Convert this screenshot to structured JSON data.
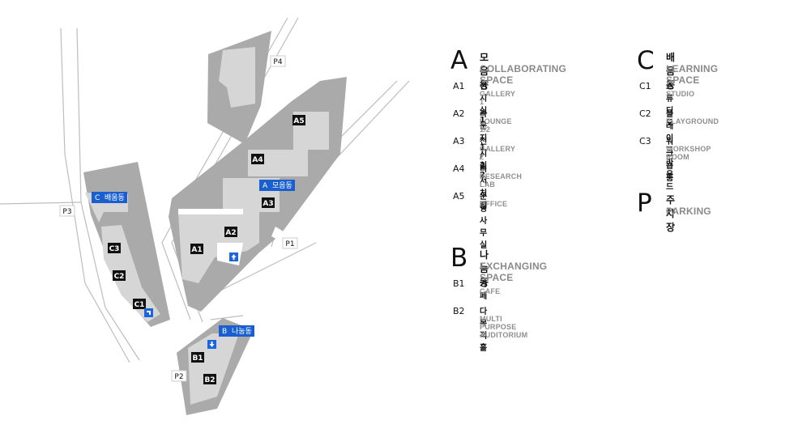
{
  "map": {
    "building_labels": [
      "A1",
      "A2",
      "A3",
      "A4",
      "A5",
      "B1",
      "B2",
      "C1",
      "C2",
      "C3"
    ],
    "parking_labels": [
      "P1",
      "P2",
      "P3",
      "P4"
    ],
    "tags": {
      "a": {
        "letter": "A",
        "name": "모음동"
      },
      "b": {
        "letter": "B",
        "name": "나눔동"
      },
      "c": {
        "letter": "C",
        "name": "배움동"
      }
    },
    "colors": {
      "site": "#aaaaaa",
      "building": "#d6d6d6",
      "road": "#ffffff",
      "label_box": "#111111",
      "tag_blue": "#1a5fd0",
      "entrance_blue": "#1a66e0"
    },
    "entrance_icon": "up-arrow-icon"
  },
  "legend": {
    "groups": [
      {
        "letter": "A",
        "name_ko": "모음동",
        "name_en": "COLLABORATING SPACE",
        "items": [
          {
            "code": "A1",
            "ko": "전시실 1",
            "en": "GALLERY 1"
          },
          {
            "code": "A2",
            "ko": "라운지 1 / 2",
            "en": "LOUNGE 1/2"
          },
          {
            "code": "A3",
            "ko": "전시실 2",
            "en": "GALLERY 2"
          },
          {
            "code": "A4",
            "ko": "리서치랩",
            "en": "RESEARCH LAB"
          },
          {
            "code": "A5",
            "ko": "운영사무실",
            "en": "OFFICE"
          }
        ]
      },
      {
        "letter": "B",
        "name_ko": "나눔동",
        "name_en": "EXCHANGING SPACE",
        "items": [
          {
            "code": "B1",
            "ko": "카페",
            "en": "CAFE"
          },
          {
            "code": "B2",
            "ko": "다목적홀",
            "en": "MULTI PURPOSE AUDITORIUM"
          }
        ]
      },
      {
        "letter": "C",
        "name_ko": "배움동",
        "name_en": "LEARNING SPACE",
        "items": [
          {
            "code": "C1",
            "ko": "스튜디오",
            "en": "STUDIO"
          },
          {
            "code": "C2",
            "ko": "플레이그라운드",
            "en": "PLAYGROUND"
          },
          {
            "code": "C3",
            "ko": "워크숍룸",
            "en": "WORKSHOP ROOM"
          }
        ]
      },
      {
        "letter": "P",
        "name_ko": "주차장",
        "name_en": "PARKING",
        "items": []
      }
    ]
  }
}
